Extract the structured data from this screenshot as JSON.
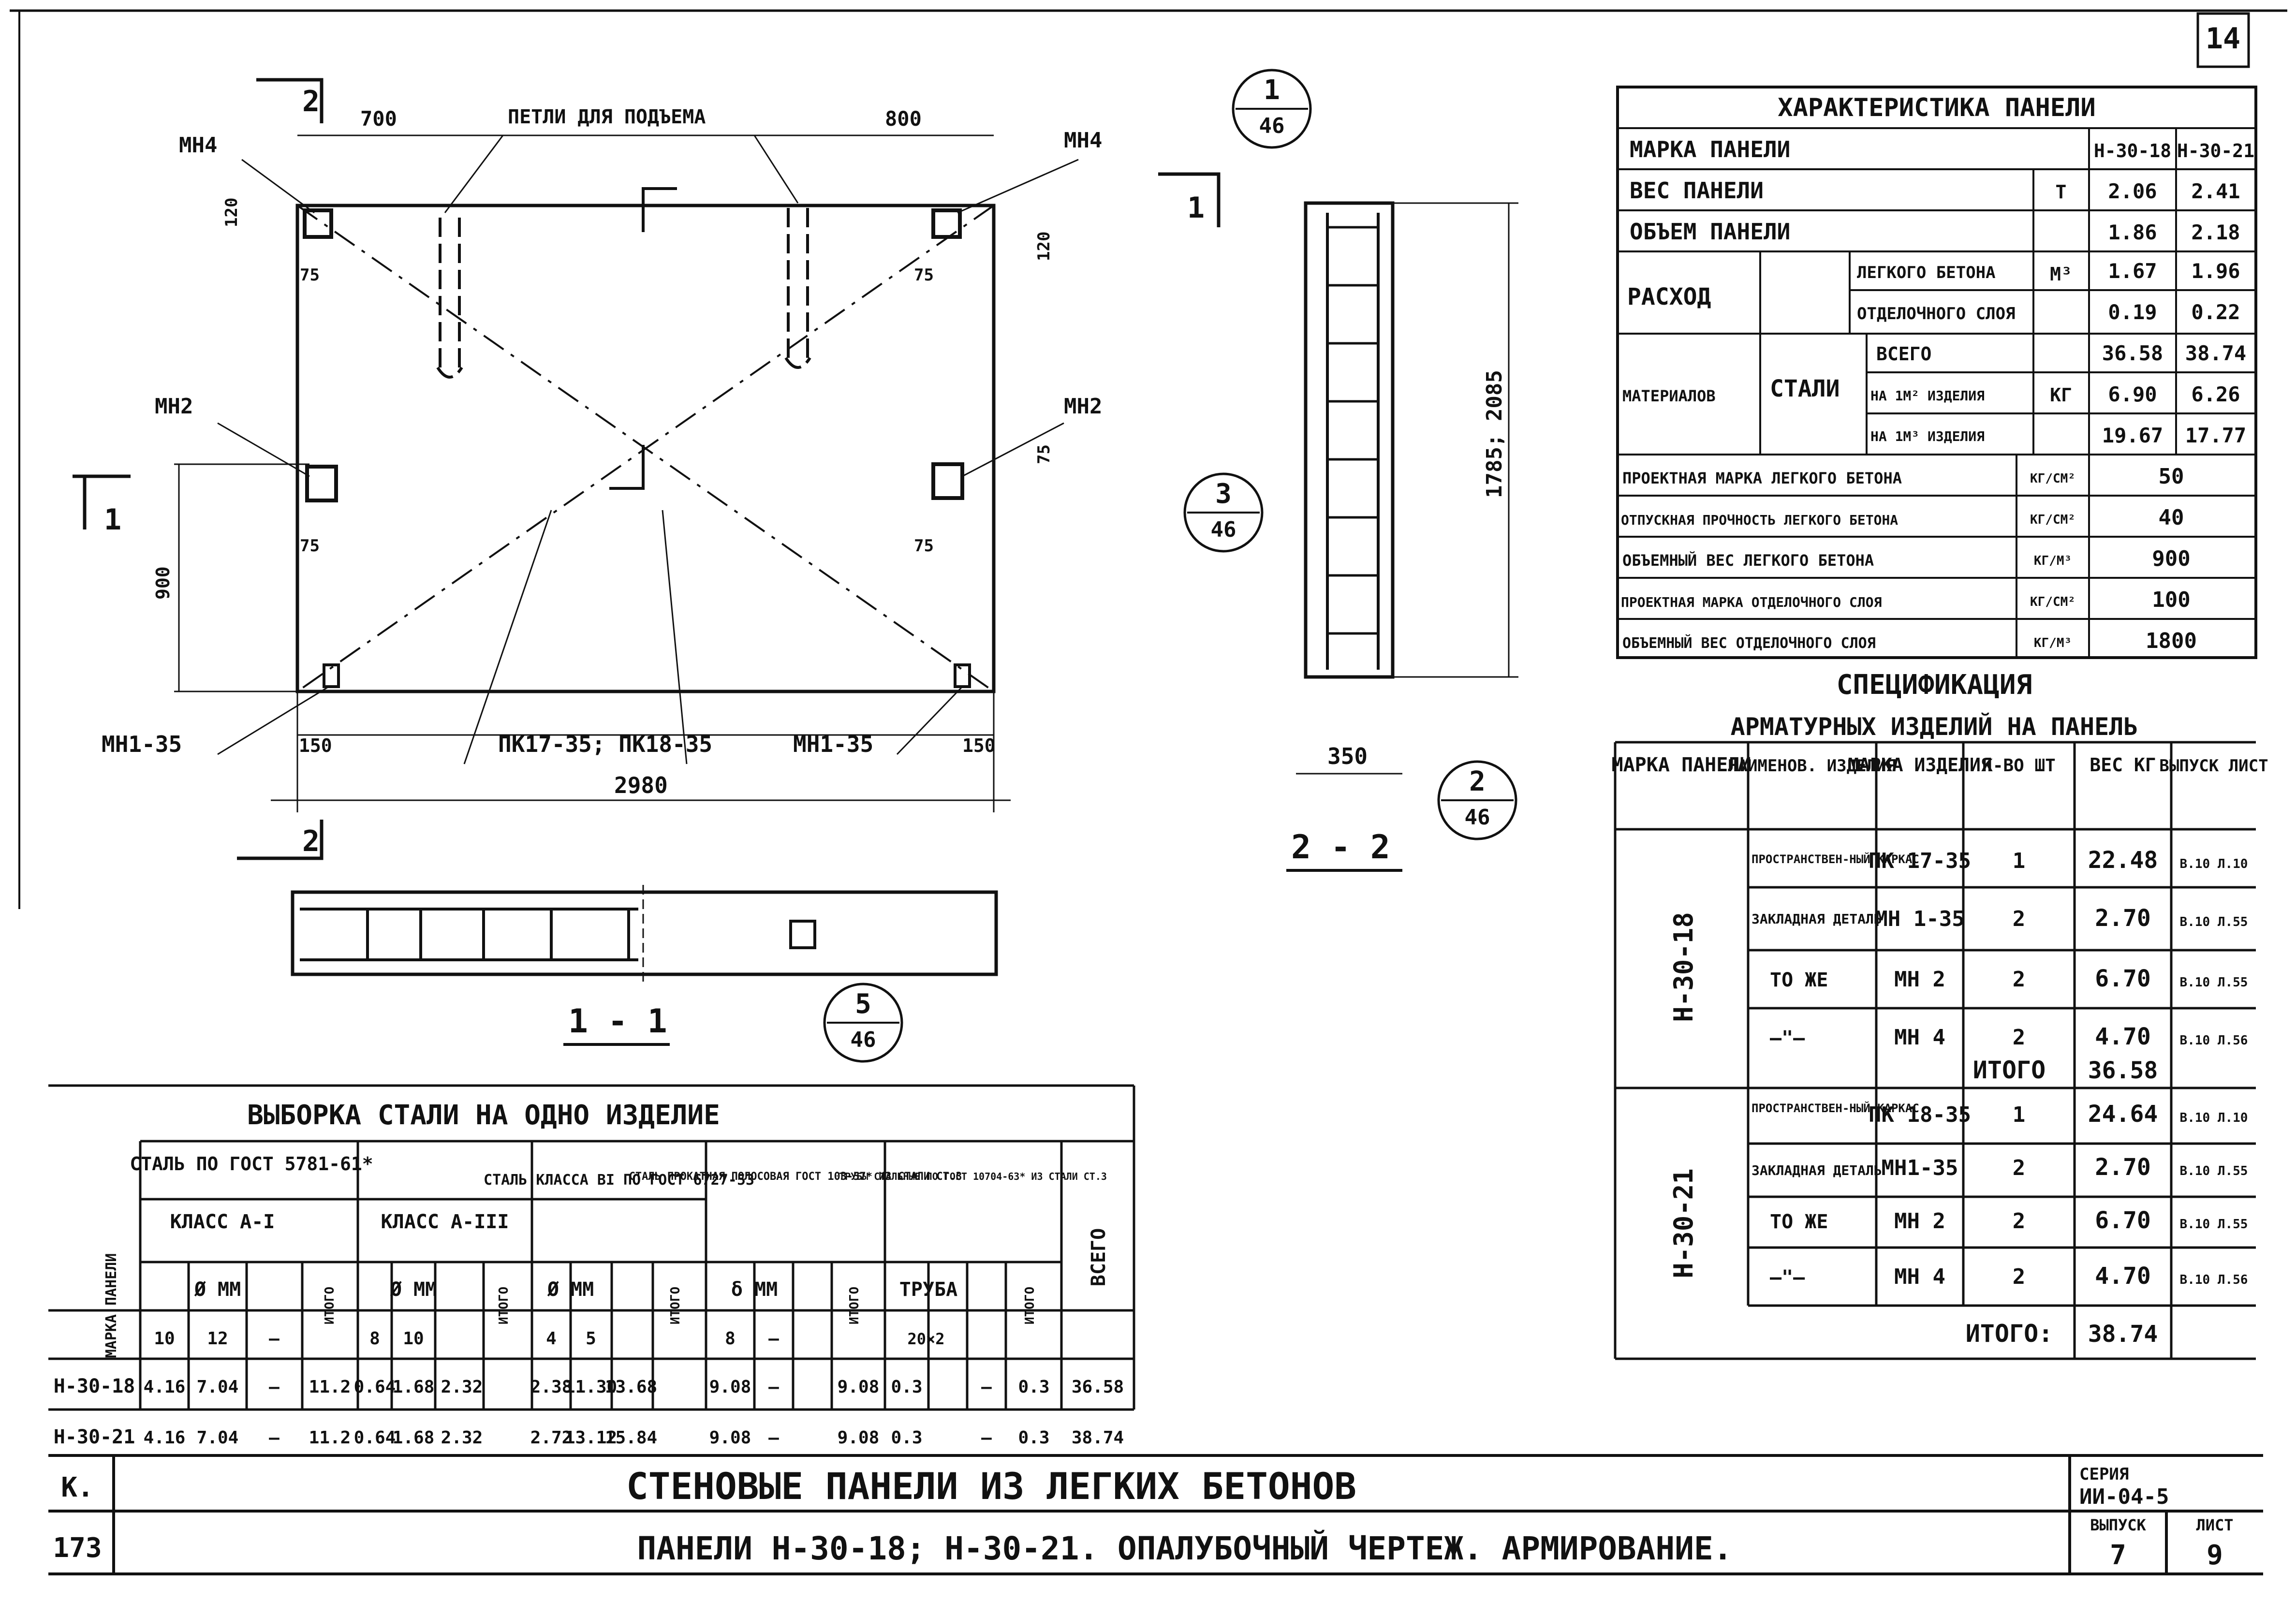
{
  "page_number": "14",
  "plan": {
    "labels": {
      "mn4_left": "МН4",
      "mn4_right": "МН4",
      "mn2_left": "МН2",
      "mn2_right": "МН2",
      "mn1_left": "МН1-35",
      "mn1_right": "МН1-35",
      "pk_callout": "ПК17-35; ПК18-35",
      "loops": "ПЕТЛИ ДЛЯ ПОДЪЕМА"
    },
    "dims": {
      "top_left": "700",
      "top_right": "800",
      "d150_left": "150",
      "d150_right": "150",
      "total_width": "2980",
      "d120_left": "120",
      "d120_right": "120",
      "d75": "75",
      "left_vertical": "900",
      "d75_right": "75"
    },
    "cut_marks": {
      "top": "2",
      "bottom": "2",
      "left": "1",
      "right": "1"
    }
  },
  "section_22": {
    "height_dim": "1785; 2085",
    "thickness_dim": "350",
    "caption": "2 - 2"
  },
  "section_11": {
    "caption": "1 - 1"
  },
  "refs": {
    "r1": {
      "top": "1",
      "bottom": "46"
    },
    "r2": {
      "top": "2",
      "bottom": "46"
    },
    "r3": {
      "top": "3",
      "bottom": "46"
    },
    "r5": {
      "top": "5",
      "bottom": "46"
    }
  },
  "characteristics": {
    "title": "ХАРАКТЕРИСТИКА ПАНЕЛИ",
    "rows": [
      {
        "label": "МАРКА ПАНЕЛИ",
        "unit": "",
        "v1": "Н-30-18",
        "v2": "Н-30-21"
      },
      {
        "label": "ВЕС ПАНЕЛИ",
        "unit": "Т",
        "v1": "2.06",
        "v2": "2.41"
      },
      {
        "label": "ОБЪЕМ ПАНЕЛИ",
        "unit": "М³",
        "v1": "1.86",
        "v2": "2.18"
      },
      {
        "label": "ЛЕГКОГО БЕТОНА",
        "unit": "",
        "v1": "1.67",
        "v2": "1.96"
      },
      {
        "label": "ОТДЕЛОЧНОГО СЛОЯ",
        "unit": "",
        "v1": "0.19",
        "v2": "0.22"
      },
      {
        "label": "ВСЕГО",
        "unit": "КГ",
        "v1": "36.58",
        "v2": "38.74"
      },
      {
        "label": "НА 1М² ИЗДЕЛИЯ",
        "unit": "",
        "v1": "6.90",
        "v2": "6.26"
      },
      {
        "label": "НА 1М³ ИЗДЕЛИЯ",
        "unit": "",
        "v1": "19.67",
        "v2": "17.77"
      }
    ],
    "group_rashod": "РАСХОД",
    "group_materialov": "МАТЕРИАЛОВ",
    "group_stali": "СТАЛИ",
    "wide_rows": [
      {
        "label": "ПРОЕКТНАЯ МАРКА ЛЕГКОГО БЕТОНА",
        "unit": "КГ/СМ²",
        "value": "50"
      },
      {
        "label": "ОТПУСКНАЯ ПРОЧНОСТЬ ЛЕГКОГО БЕТОНА",
        "unit": "КГ/СМ²",
        "value": "40"
      },
      {
        "label": "ОБЪЕМНЫЙ ВЕС ЛЕГКОГО БЕТОНА",
        "unit": "КГ/М³",
        "value": "900"
      },
      {
        "label": "ПРОЕКТНАЯ МАРКА ОТДЕЛОЧНОГО СЛОЯ",
        "unit": "КГ/СМ²",
        "value": "100"
      },
      {
        "label": "ОБЪЕМНЫЙ ВЕС ОТДЕЛОЧНОГО СЛОЯ",
        "unit": "КГ/М³",
        "value": "1800"
      }
    ]
  },
  "specification": {
    "title1": "СПЕЦИФИКАЦИЯ",
    "title2": "АРМАТУРНЫХ ИЗДЕЛИЙ НА ПАНЕЛЬ",
    "headers": [
      "МАРКА ПАНЕЛИ",
      "НАИМЕНОВ. ИЗДЕЛИЯ",
      "МАРКА ИЗДЕЛИЯ",
      "К-ВО ШТ",
      "ВЕС КГ",
      "ВЫПУСК ЛИСТ"
    ],
    "groups": [
      {
        "panel": "Н-30-18",
        "rows": [
          {
            "name": "ПРОСТРАНСТВЕН-НЫЙ КАРКАС",
            "mark": "ПК 17-35",
            "qty": "1",
            "weight": "22.48",
            "sheet": "В.10 Л.10"
          },
          {
            "name": "ЗАКЛАДНАЯ ДЕТАЛЬ",
            "mark": "МН 1-35",
            "qty": "2",
            "weight": "2.70",
            "sheet": "В.10 Л.55"
          },
          {
            "name": "ТО ЖЕ",
            "mark": "МН 2",
            "qty": "2",
            "weight": "6.70",
            "sheet": "В.10 Л.55"
          },
          {
            "name": "—\"—",
            "mark": "МН 4",
            "qty": "2",
            "weight": "4.70",
            "sheet": "В.10 Л.56"
          }
        ],
        "total_label": "ИТОГО",
        "total": "36.58"
      },
      {
        "panel": "Н-30-21",
        "rows": [
          {
            "name": "ПРОСТРАНСТВЕН-НЫЙ КАРКАС",
            "mark": "ПК 18-35",
            "qty": "1",
            "weight": "24.64",
            "sheet": "В.10 Л.10"
          },
          {
            "name": "ЗАКЛАДНАЯ ДЕТАЛЬ",
            "mark": "МН1-35",
            "qty": "2",
            "weight": "2.70",
            "sheet": "В.10 Л.55"
          },
          {
            "name": "ТО ЖЕ",
            "mark": "МН 2",
            "qty": "2",
            "weight": "6.70",
            "sheet": "В.10 Л.55"
          },
          {
            "name": "—\"—",
            "mark": "МН 4",
            "qty": "2",
            "weight": "4.70",
            "sheet": "В.10 Л.56"
          }
        ],
        "total_label": "ИТОГО:",
        "total": "38.74"
      }
    ]
  },
  "selection": {
    "title": "ВЫБОРКА СТАЛИ НА ОДНО ИЗДЕЛИЕ",
    "col_panel": "МАРКА ПАНЕЛИ",
    "g1": "СТАЛЬ ПО ГОСТ 5781-61*",
    "g1a": "КЛАСС А-I",
    "g1b": "КЛАСС А-III",
    "g2": "СТАЛЬ КЛАССА ВI ПО ГОСТ 6727-53",
    "g3": "СТАЛЬ ПРОКАТНАЯ ПОЛОСОВАЯ ГОСТ 103-57* ИЗ СТАЛИ СТ.3",
    "g4": "ТРУБЫ СТАЛЬНЫЕ ПО ГОСТ 10704-63* ИЗ СТАЛИ СТ.3",
    "phi_mm": "Ø ММ",
    "delta_mm": "δ ММ",
    "truba": "ТРУБА",
    "itogo": "ИТОГО",
    "vsego": "ВСЕГО",
    "sizes": [
      "10",
      "12",
      "—",
      "8",
      "10",
      "4",
      "5",
      "8",
      "—",
      "20×2"
    ],
    "rows": [
      {
        "panel": "Н-30-18",
        "c": [
          "4.16",
          "7.04",
          "—",
          "11.2",
          "0.64",
          "1.68",
          "2.32",
          "2.38",
          "11.30",
          "13.68",
          "9.08",
          "—",
          "9.08",
          "0.3",
          "—",
          "0.3",
          "36.58"
        ]
      },
      {
        "panel": "Н-30-21",
        "c": [
          "4.16",
          "7.04",
          "—",
          "11.2",
          "0.64",
          "1.68",
          "2.32",
          "2.72",
          "13.12",
          "15.84",
          "9.08",
          "—",
          "9.08",
          "0.3",
          "—",
          "0.3",
          "38.74"
        ]
      }
    ]
  },
  "titleblock": {
    "left_top": "К.",
    "left_bottom": "173",
    "line1": "СТЕНОВЫЕ ПАНЕЛИ ИЗ ЛЕГКИХ БЕТОНОВ",
    "line2": "ПАНЕЛИ Н-30-18; Н-30-21. ОПАЛУБОЧНЫЙ ЧЕРТЕЖ. АРМИРОВАНИЕ.",
    "series_label": "СЕРИЯ",
    "series_value": "ИИ-04-5",
    "issue_label": "ВЫПУСК",
    "issue_value": "7",
    "sheet_label": "ЛИСТ",
    "sheet_value": "9"
  }
}
